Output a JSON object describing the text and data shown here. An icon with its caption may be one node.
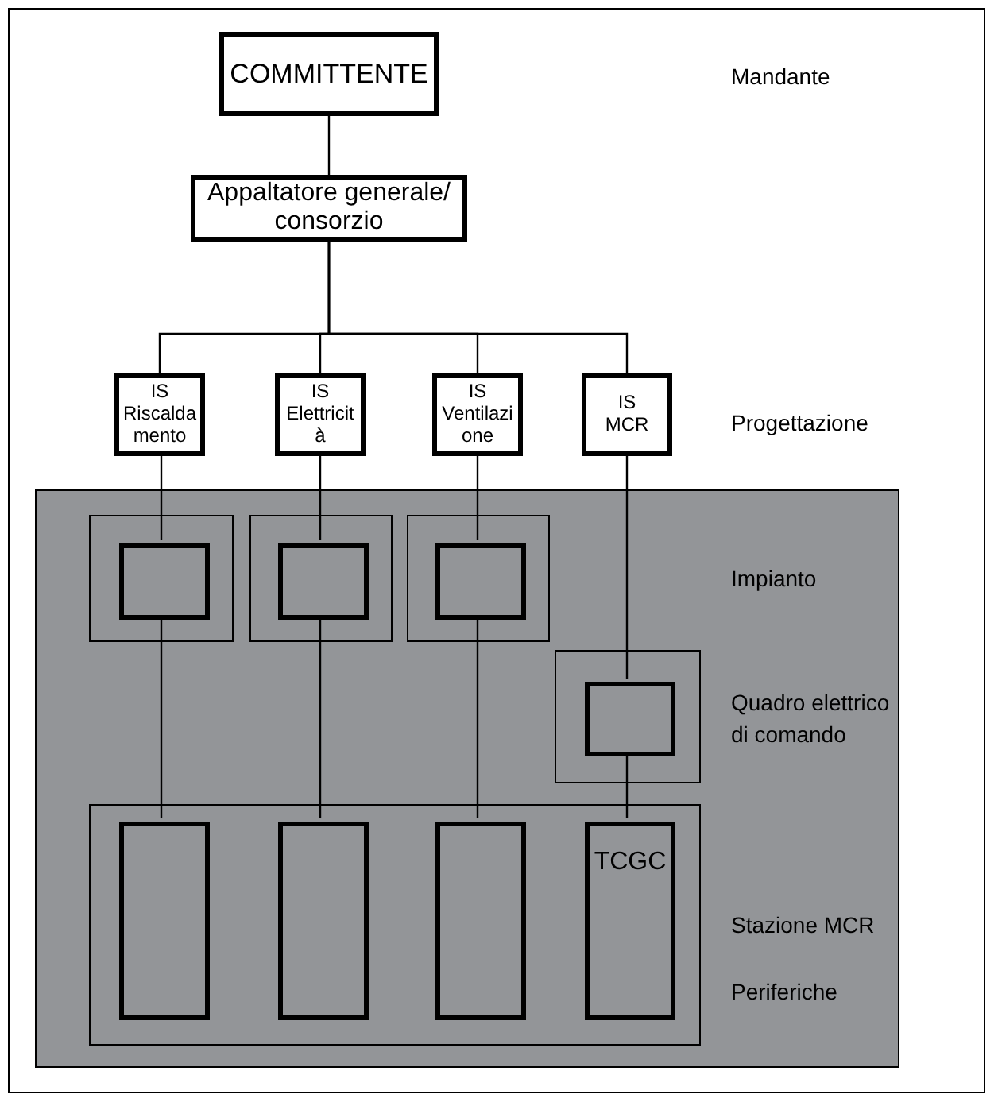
{
  "diagram": {
    "nodes": [
      {
        "text": [
          "COMMITTENTE"
        ]
      },
      {
        "text": [
          "Appaltatore generale/ consorzio"
        ]
      },
      {
        "text": [
          "IS Riscalda mento"
        ]
      },
      {
        "text": [
          "IS Elettricit à"
        ]
      },
      {
        "text": [
          "IS Ventilazi one"
        ]
      },
      {
        "text": [
          "IS MCR"
        ]
      },
      {
        "text": [],
        "shape": "box"
      },
      {
        "text": [],
        "shape": "box",
        "in": 6
      },
      {
        "text": [],
        "shape": "box",
        "in": 6
      },
      {
        "text": [],
        "shape": "box",
        "in": 6
      },
      {
        "text": [],
        "shape": "box",
        "in": 7
      },
      {
        "text": [],
        "shape": "box",
        "in": 8
      },
      {
        "text": [],
        "shape": "box",
        "in": 9
      },
      {
        "text": [],
        "shape": "box",
        "in": 6
      },
      {
        "text": [],
        "shape": "box",
        "in": 13
      },
      {
        "text": [],
        "shape": "box",
        "in": 6
      },
      {
        "text": [],
        "shape": "box",
        "in": 15
      },
      {
        "text": [],
        "shape": "box",
        "in": 15
      },
      {
        "text": [],
        "shape": "box",
        "in": 15
      },
      {
        "text": [
          "TCGC"
        ],
        "in": 15
      }
    ],
    "edges": [
      {
        "from": 0,
        "to": 1,
        "arrow": "none"
      },
      {
        "from": 1,
        "to": 2,
        "arrow": "none"
      },
      {
        "from": 1,
        "to": 3,
        "arrow": "none"
      },
      {
        "from": 1,
        "to": 4,
        "arrow": "none"
      },
      {
        "from": 1,
        "to": 5,
        "arrow": "none"
      },
      {
        "from": 2,
        "to": 10,
        "arrow": "none"
      },
      {
        "from": 3,
        "to": 11,
        "arrow": "none"
      },
      {
        "from": 4,
        "to": 12,
        "arrow": "none"
      },
      {
        "from": 5,
        "to": 14,
        "arrow": "none"
      },
      {
        "from": 10,
        "to": 16,
        "arrow": "none"
      },
      {
        "from": 11,
        "to": 17,
        "arrow": "none"
      },
      {
        "from": 12,
        "to": 18,
        "arrow": "none"
      },
      {
        "from": 14,
        "to": 19,
        "arrow": "none"
      }
    ],
    "labels": [
      "Mandante",
      "Progettazione",
      "Impianto",
      "Quadro elettrico di comando",
      "Stazione MCR",
      "Periferiche"
    ]
  }
}
